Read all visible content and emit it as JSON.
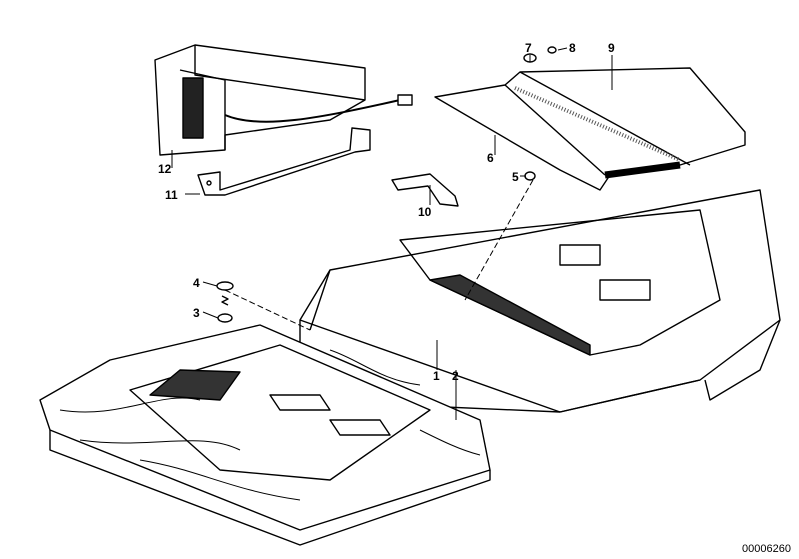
{
  "diagram": {
    "labels": [
      "1",
      "2",
      "3",
      "4",
      "5",
      "6",
      "7",
      "8",
      "9",
      "10",
      "11",
      "12"
    ],
    "reference_number": "00006260"
  }
}
